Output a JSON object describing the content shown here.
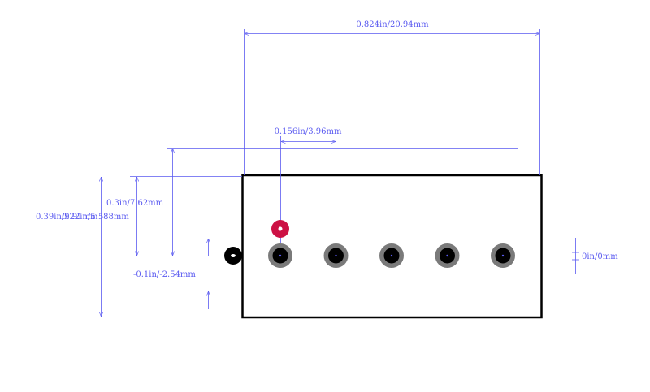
{
  "colors": {
    "dimension": "#5a5af0",
    "outline": "#000000",
    "pad": "#7a7a7a",
    "drill": "#000000",
    "highlight": "#cc1144",
    "origin": "#000000"
  },
  "dimensions": {
    "overall_width": "0.824in/20.94mm",
    "pitch": "0.156in/3.96mm",
    "height_a": "0.3in/7.62mm",
    "height_b": "0.39in/9.91mm",
    "height_c": "0.22in/5.588mm",
    "offset_neg": "-0.1in/-2.54mm",
    "offset_zero": "0in/0mm"
  },
  "pads": {
    "count": 5
  }
}
